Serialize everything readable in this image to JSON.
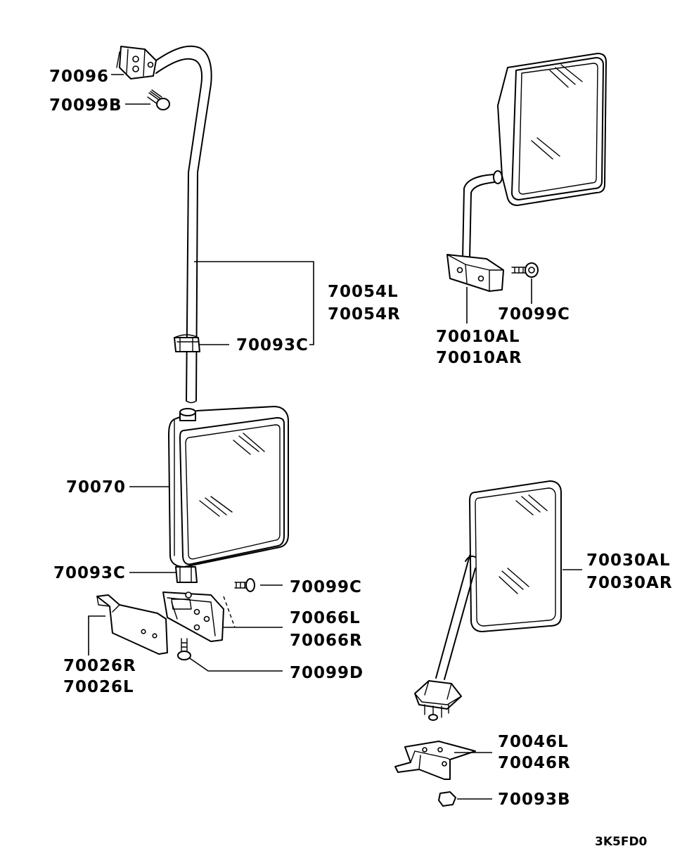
{
  "labels": {
    "l70096": "70096",
    "l70099b": "70099B",
    "l70054l": "70054L",
    "l70054r": "70054R",
    "l70093c_top": "70093C",
    "l70070": "70070",
    "l70093c_bottom": "70093C",
    "l70099c_bottom": "70099C",
    "l70066l": "70066L",
    "l70066r": "70066R",
    "l70026r": "70026R",
    "l70026l": "70026L",
    "l70099d": "70099D",
    "l70010al": "70010AL",
    "l70010ar": "70010AR",
    "l70099c_right": "70099C",
    "l70030al": "70030AL",
    "l70030ar": "70030AR",
    "l70046l": "70046L",
    "l70046r": "70046R",
    "l70093b": "70093B"
  },
  "diagram_code": "3K5FD0"
}
